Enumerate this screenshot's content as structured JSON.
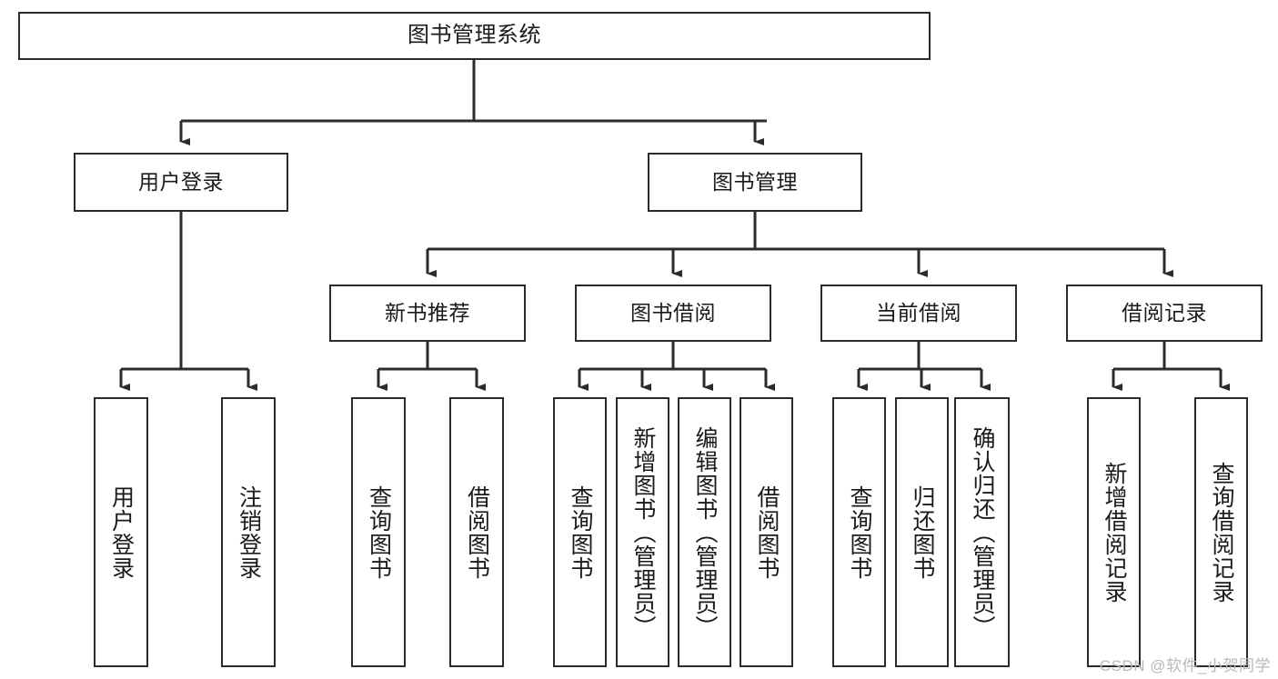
{
  "diagram": {
    "title": "图书管理系统",
    "watermark": "CSDN @软件_小贺同学",
    "line_color": "#2b2b2b",
    "box_fill": "#ffffff",
    "text_color": "#1a1a1a",
    "levels": {
      "root": {
        "label": "图书管理系统"
      },
      "level1": [
        {
          "label": "用户登录"
        },
        {
          "label": "图书管理"
        }
      ],
      "level2": [
        {
          "label": "新书推荐"
        },
        {
          "label": "图书借阅"
        },
        {
          "label": "当前借阅"
        },
        {
          "label": "借阅记录"
        }
      ],
      "leaves": {
        "user_login": [
          {
            "label": "用户登录"
          },
          {
            "label": "注销登录"
          }
        ],
        "new_book_recommend": [
          {
            "label": "查询图书"
          },
          {
            "label": "借阅图书"
          }
        ],
        "book_borrow": [
          {
            "label": "查询图书"
          },
          {
            "label": "新增图书（管理员）"
          },
          {
            "label": "编辑图书（管理员）"
          },
          {
            "label": "借阅图书"
          }
        ],
        "current_borrow": [
          {
            "label": "查询图书"
          },
          {
            "label": "归还图书"
          },
          {
            "label": "确认归还（管理员）"
          }
        ],
        "borrow_record": [
          {
            "label": "新增借阅记录"
          },
          {
            "label": "查询借阅记录"
          }
        ]
      }
    }
  }
}
